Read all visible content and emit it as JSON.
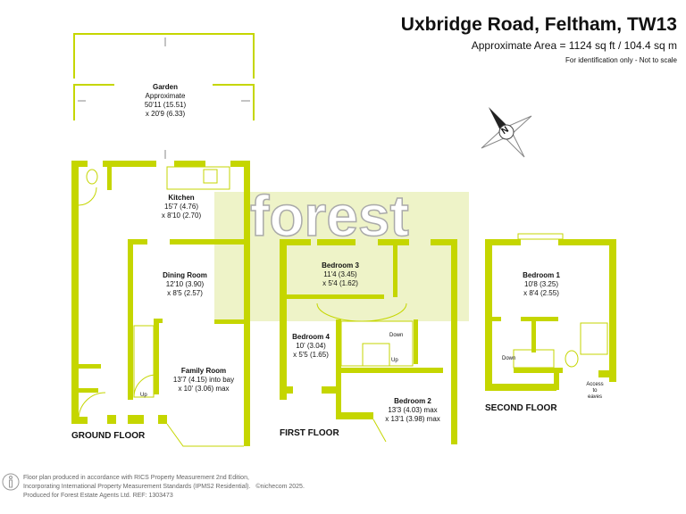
{
  "header": {
    "title": "Uxbridge Road, Feltham, TW13",
    "area": "Approximate Area = 1124 sq ft / 104.4 sq m",
    "note": "For identification only - Not to scale"
  },
  "colors": {
    "wall": "#c5d600",
    "highlight": "#eef3c8",
    "watermark": "#ffffff"
  },
  "watermark": "forest",
  "compass": {
    "label": "N"
  },
  "rooms": {
    "garden": {
      "name": "Garden",
      "line1": "Approximate",
      "line2": "50'11 (15.51)",
      "line3": "x 20'9 (6.33)"
    },
    "kitchen": {
      "name": "Kitchen",
      "line1": "15'7 (4.76)",
      "line2": "x 8'10 (2.70)"
    },
    "dining": {
      "name": "Dining Room",
      "line1": "12'10 (3.90)",
      "line2": "x 8'5 (2.57)"
    },
    "family": {
      "name": "Family Room",
      "line1": "13'7 (4.15) into bay",
      "line2": "x 10' (3.06) max"
    },
    "bedroom3": {
      "name": "Bedroom 3",
      "line1": "11'4 (3.45)",
      "line2": "x 5'4 (1.62)"
    },
    "bedroom4": {
      "name": "Bedroom 4",
      "line1": "10' (3.04)",
      "line2": "x 5'5 (1.65)"
    },
    "bedroom2": {
      "name": "Bedroom 2",
      "line1": "13'3 (4.03) max",
      "line2": "x 13'1 (3.98) max"
    },
    "bedroom1": {
      "name": "Bedroom 1",
      "line1": "10'8 (3.25)",
      "line2": "x 8'4 (2.55)"
    }
  },
  "stairs": {
    "ground_up": "Up",
    "first_down": "Down",
    "first_up": "Up",
    "second_down": "Down",
    "eaves": "Access to eaves"
  },
  "floors": {
    "ground": "GROUND FLOOR",
    "first": "FIRST FLOOR",
    "second": "SECOND FLOOR"
  },
  "footer": {
    "line1": "Floor plan produced in accordance with RICS Property Measurement 2nd Edition,",
    "line2": "Incorporating International Property Measurement Standards (IPMS2 Residential).",
    "copyright": "©nichecom 2025.",
    "line3": "Produced for Forest Estate Agents Ltd.   REF: 1303473"
  }
}
